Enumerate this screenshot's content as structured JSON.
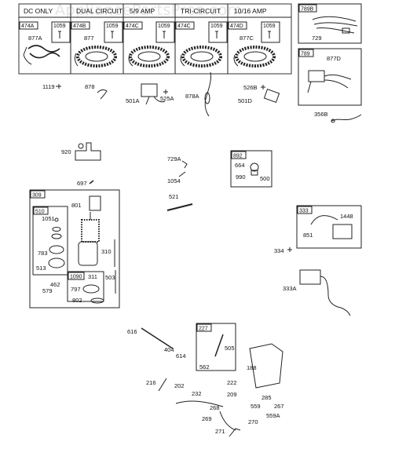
{
  "watermark": "AppliancePartsPros.com",
  "top_group": {
    "titles": [
      "DC ONLY",
      "DUAL CIRCUIT",
      "5/9 AMP",
      "TRI-CIRCUIT",
      "10/16 AMP"
    ],
    "columns": [
      {
        "box": "474A",
        "screw": "1059",
        "part": "877A"
      },
      {
        "box": "474B",
        "screw": "1059",
        "part": "877"
      },
      {
        "box": "474C",
        "screw": "1059",
        "part": ""
      },
      {
        "box": "474C",
        "screw": "1059",
        "part": ""
      },
      {
        "box": "474D",
        "screw": "1059",
        "part": "877C"
      }
    ]
  },
  "boxes": {
    "b789B": {
      "title": "789B",
      "part": "729"
    },
    "b789": {
      "title": "789",
      "part": "877D"
    },
    "b892": {
      "title": "892",
      "parts": [
        "664",
        "990",
        "500"
      ]
    },
    "b309": {
      "title": "309"
    },
    "b510": {
      "title": "510",
      "parts": [
        "1051",
        "783",
        "513"
      ]
    },
    "b1090": {
      "title": "1090",
      "parts": [
        "311",
        "797"
      ]
    },
    "b333": {
      "title": "333",
      "parts": [
        "851",
        "1448"
      ]
    },
    "b227": {
      "title": "227",
      "parts": [
        "505",
        "562"
      ]
    }
  },
  "labels": {
    "p1119": "1119",
    "p878": "878",
    "p501A": "501A",
    "p525A": "525A",
    "p878A": "878A",
    "p526B": "526B",
    "p501D": "501D",
    "p356B": "356B",
    "p920": "920",
    "p729A": "729A",
    "p1054": "1054",
    "p697": "697",
    "p521": "521",
    "p801": "801",
    "p310": "310",
    "p503": "503",
    "p462": "462",
    "p579": "579",
    "p802": "802",
    "p334": "334",
    "p333A": "333A",
    "p616": "616",
    "p404": "404",
    "p614": "614",
    "p188": "188",
    "p216": "216",
    "p202": "202",
    "p232": "232",
    "p222": "222",
    "p209": "209",
    "p285": "285",
    "p268": "268",
    "p559": "559",
    "p267": "267",
    "p559A": "559A",
    "p269": "269",
    "p270": "270",
    "p271": "271"
  }
}
